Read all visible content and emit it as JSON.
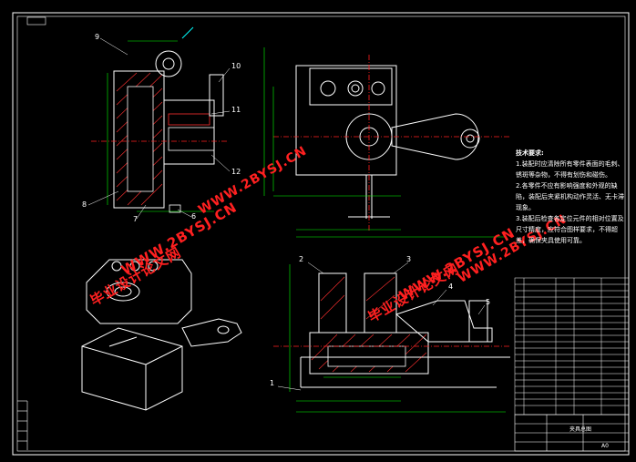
{
  "title_block": {
    "drawing_name": "夹具总图",
    "scale_label": "A0"
  },
  "notes": {
    "heading": "技术要求:",
    "items": [
      "1.装配时应清除所有零件表面的毛刺、锈斑等杂物，不得有划伤和碰伤。",
      "2.各零件不应有影响强度和外观的缺陷，装配后夹紧机构动作灵活、无卡滞现象。",
      "3.装配后检查各定位元件的相对位置及尺寸精度，应符合图样要求，不得超差，确保夹具使用可靠。"
    ]
  },
  "callouts": {
    "c1": "1",
    "c2": "2",
    "c3": "3",
    "c4": "4",
    "c5": "5",
    "c6": "6",
    "c7": "7",
    "c8": "8",
    "c9": "9",
    "c10": "10",
    "c11": "11",
    "c12": "12"
  },
  "watermarks": {
    "cn": "毕业设计论文网",
    "url": "WWW.2BYSJ.CN"
  },
  "colors": {
    "outline": "#ffffff",
    "green": "#00ff00",
    "red": "#ff2020",
    "cyan": "#00ffff",
    "yellow": "#ffff00",
    "hatch": "#ff3030"
  }
}
